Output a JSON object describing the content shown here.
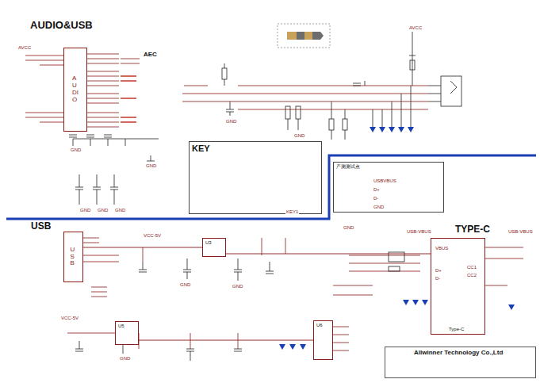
{
  "diagram": {
    "title": "AUDIO&USB",
    "nodes": [
      {
        "text": [
          "AUDIO"
        ]
      },
      {
        "text": [
          "KEY"
        ]
      },
      {
        "text": [
          "产测测试点"
        ]
      },
      {
        "text": [
          "USB"
        ]
      },
      {
        "text": [
          "U3"
        ]
      },
      {
        "text": [
          "TYPE-C",
          "Type-C"
        ]
      },
      {
        "text": [
          "U5"
        ]
      },
      {
        "text": [
          "U6"
        ]
      },
      {
        "text": [
          "Allwinner Technology Co.,Ltd"
        ]
      }
    ],
    "edges": [
      {
        "from": 3,
        "to": 4,
        "arrow": "none"
      },
      {
        "from": 4,
        "to": 5,
        "arrow": "none"
      },
      {
        "from": 6,
        "to": 7,
        "arrow": "none"
      }
    ],
    "labels": [
      "AEC",
      "USB",
      "AVCC",
      "GND",
      "GND",
      "GND",
      "GND",
      "GND",
      "GND",
      "GND",
      "GND",
      "GND",
      "GND",
      "GND",
      "VCC-5V",
      "VCC-5V",
      "USB-VBUS",
      "USB-VBUS",
      "KEY1",
      "AVCC",
      "VBUS",
      "D+",
      "D-",
      "CC1",
      "CC2",
      "USBVBUS",
      "D+",
      "D-",
      "GND"
    ]
  }
}
